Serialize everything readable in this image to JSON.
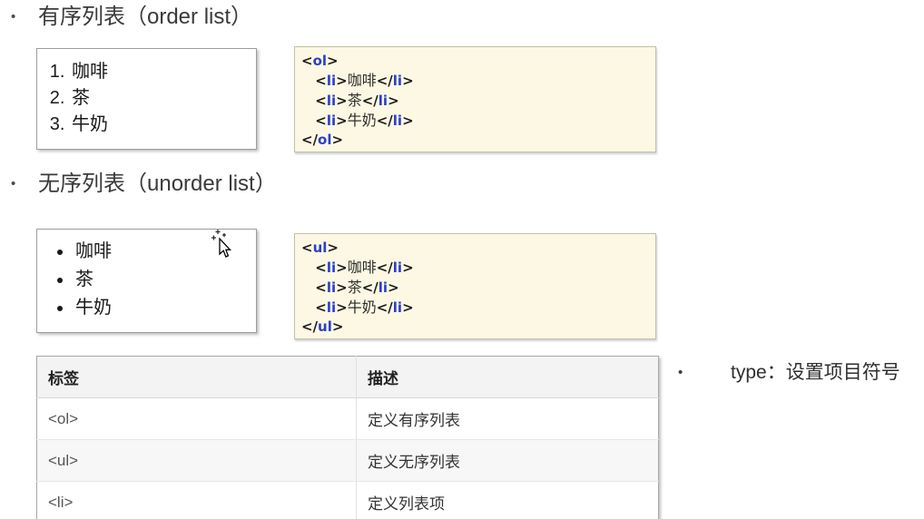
{
  "colors": {
    "tag_blue": "#2b3fc9",
    "code_background": "#fdf8e3",
    "code_border": "#c1c0a8",
    "demo_box_border": "#9d9d9d",
    "table_header_background": "#f3f3f3",
    "table_alt_row_background": "#f7f7f7",
    "table_border": "#a8a8a8"
  },
  "headings": {
    "ordered": "有序列表（order list）",
    "unordered": "无序列表（unorder list）"
  },
  "ordered_demo": {
    "items": [
      "咖啡",
      "茶",
      "牛奶"
    ]
  },
  "unordered_demo": {
    "items": [
      "咖啡",
      "茶",
      "牛奶"
    ]
  },
  "ordered_code": {
    "lines": [
      "<ol>",
      "   <li>咖啡</li>",
      "   <li>茶</li>",
      "   <li>牛奶</li>",
      "</ol>"
    ]
  },
  "unordered_code": {
    "lines": [
      "<ul>",
      "   <li>咖啡</li>",
      "   <li>茶</li>",
      "   <li>牛奶</li>",
      "</ul>"
    ]
  },
  "table": {
    "headers": [
      "标签",
      "描述"
    ],
    "rows": [
      {
        "tag": "<ol>",
        "desc": "定义有序列表"
      },
      {
        "tag": "<ul>",
        "desc": "定义无序列表"
      },
      {
        "tag": "<li>",
        "desc": "定义列表项"
      }
    ]
  },
  "note": {
    "text": "type：设置项目符号"
  }
}
